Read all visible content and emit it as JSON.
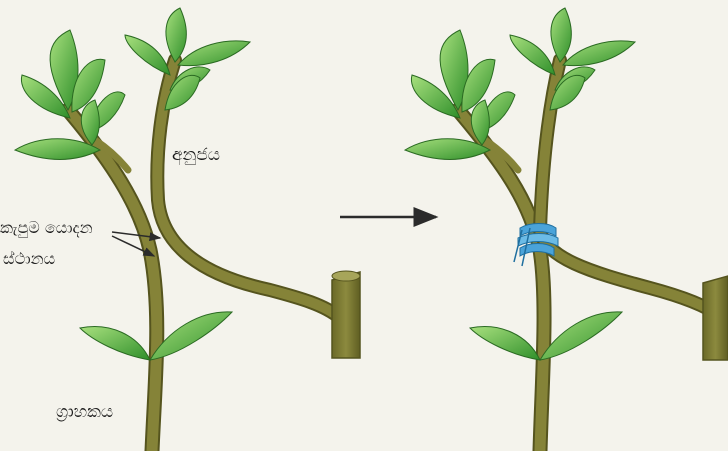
{
  "labels": {
    "scion": "අනුජය",
    "graft_union_line1": "කැපුම යොදන",
    "graft_union_line2": "ස්ථානය",
    "rootstock": "ග්‍රාහකය"
  },
  "colors": {
    "background": "#f4f3ec",
    "stem": "#7b7a33",
    "stem_outline": "#55541e",
    "leaf_light": "#8fd36a",
    "leaf_dark": "#2f8f2a",
    "tie_tape": "#4aa3d9",
    "arrow": "#2b2b2b"
  },
  "icons": {
    "process_arrow": "right-arrow-icon",
    "graft_tie": "tape-wrap-icon"
  }
}
